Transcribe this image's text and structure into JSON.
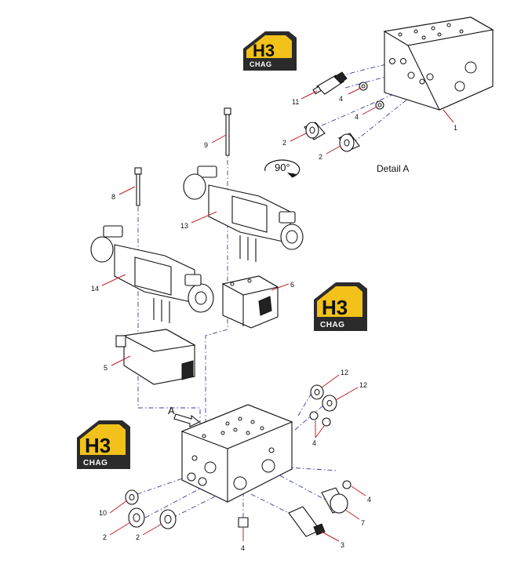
{
  "logo": {
    "mark": "H3",
    "text": "CHAG"
  },
  "detail_label": "Detail A",
  "rotation_label": "90°",
  "view_label": "A",
  "callouts": {
    "c1": "1",
    "c11": "11",
    "c4a": "4",
    "c4b": "4",
    "c2a": "2",
    "c2b": "2",
    "c9": "9",
    "c8": "8",
    "c13": "13",
    "c14": "14",
    "c6": "6",
    "c5": "5",
    "c12a": "12",
    "c12b": "12",
    "c4c": "4",
    "c4d": "4",
    "c10": "10",
    "c2c": "2",
    "c2d": "2",
    "c4e": "4",
    "c7": "7",
    "c3": "3"
  },
  "colors": {
    "logo_yellow": "#f2c21a",
    "logo_dark": "#2b2b2b",
    "leader": "#c0202a",
    "centerline": "#3a3aa0"
  }
}
